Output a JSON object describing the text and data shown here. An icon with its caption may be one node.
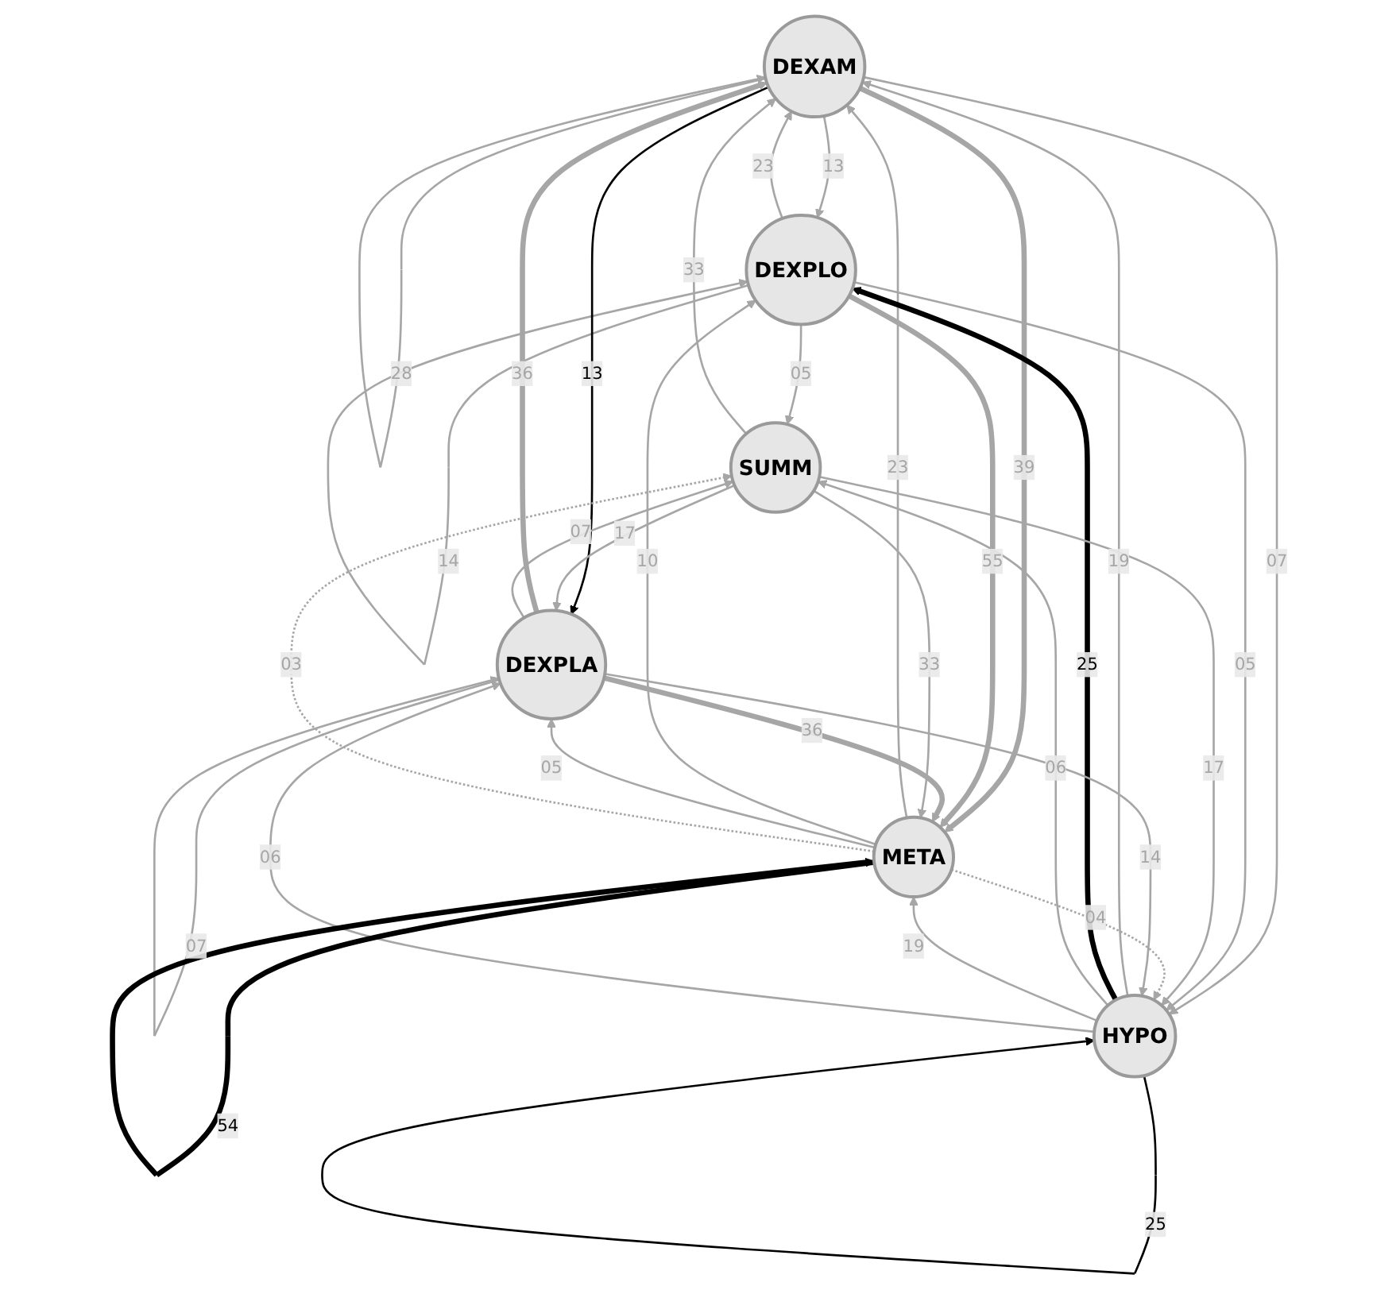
{
  "diagram": {
    "nodes": [
      {
        "text": [
          "DEXAM"
        ]
      },
      {
        "text": [
          "DEXPLO"
        ]
      },
      {
        "text": [
          "SUMM"
        ]
      },
      {
        "text": [
          "DEXPLA"
        ]
      },
      {
        "text": [
          "META"
        ]
      },
      {
        "text": [
          "HYPO"
        ]
      }
    ],
    "edges": [
      {
        "from": 0,
        "to": 0,
        "arrow": "to",
        "label": "28"
      },
      {
        "from": 1,
        "to": 1,
        "arrow": "to",
        "label": "14"
      },
      {
        "from": 0,
        "to": 1,
        "arrow": "to",
        "label": "13"
      },
      {
        "from": 1,
        "to": 0,
        "arrow": "to",
        "label": "23"
      },
      {
        "from": 2,
        "to": 0,
        "arrow": "to",
        "label": "33"
      },
      {
        "from": 0,
        "to": 3,
        "arrow": "to",
        "label": "13",
        "color": "#000000"
      },
      {
        "from": 3,
        "to": 0,
        "arrow": "to",
        "label": "36",
        "style": "thick"
      },
      {
        "from": 4,
        "to": 0,
        "arrow": "to",
        "label": "23"
      },
      {
        "from": 0,
        "to": 4,
        "arrow": "to",
        "label": "39",
        "style": "thick"
      },
      {
        "from": 5,
        "to": 0,
        "arrow": "to",
        "label": "19"
      },
      {
        "from": 0,
        "to": 5,
        "arrow": "to",
        "label": "07"
      },
      {
        "from": 1,
        "to": 2,
        "arrow": "to",
        "label": "05"
      },
      {
        "from": 4,
        "to": 1,
        "arrow": "to",
        "label": "10"
      },
      {
        "from": 1,
        "to": 4,
        "arrow": "to",
        "label": "55",
        "style": "thick"
      },
      {
        "from": 5,
        "to": 1,
        "arrow": "to",
        "label": "25",
        "style": "thick",
        "color": "#000000"
      },
      {
        "from": 1,
        "to": 5,
        "arrow": "to",
        "label": "05"
      },
      {
        "from": 3,
        "to": 3,
        "arrow": "to",
        "label": "07"
      },
      {
        "from": 3,
        "to": 2,
        "arrow": "to",
        "label": "07"
      },
      {
        "from": 2,
        "to": 3,
        "arrow": "to",
        "label": "17"
      },
      {
        "from": 5,
        "to": 2,
        "arrow": "to",
        "label": "06"
      },
      {
        "from": 2,
        "to": 5,
        "arrow": "to",
        "label": "17"
      },
      {
        "from": 4,
        "to": 3,
        "arrow": "to",
        "label": "05"
      },
      {
        "from": 3,
        "to": 4,
        "arrow": "to",
        "label": "36",
        "style": "thick"
      },
      {
        "from": 2,
        "to": 4,
        "arrow": "to",
        "label": "33"
      },
      {
        "from": 4,
        "to": 2,
        "arrow": "to",
        "label": "03",
        "style": "dashed"
      },
      {
        "from": 4,
        "to": 5,
        "arrow": "to",
        "label": "04",
        "style": "dashed"
      },
      {
        "from": 5,
        "to": 4,
        "arrow": "to",
        "label": "19"
      },
      {
        "from": 5,
        "to": 3,
        "arrow": "to",
        "label": "06"
      },
      {
        "from": 3,
        "to": 5,
        "arrow": "to",
        "label": "14"
      },
      {
        "from": 4,
        "to": 4,
        "arrow": "to",
        "label": "54",
        "style": "thick",
        "color": "#000000"
      },
      {
        "from": 5,
        "to": 5,
        "arrow": "to",
        "label": "25",
        "color": "#000000"
      }
    ]
  }
}
